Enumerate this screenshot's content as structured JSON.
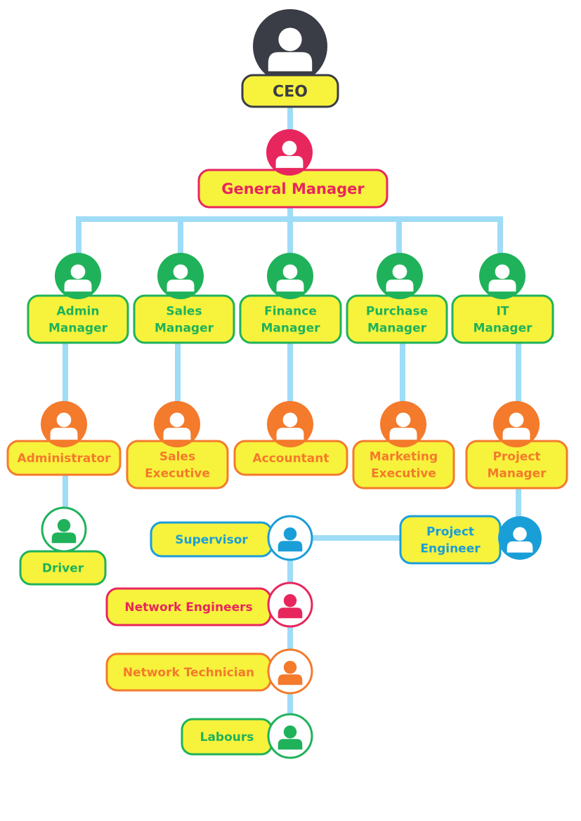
{
  "colors": {
    "connector": "#9fdcf6",
    "box_fill": "#f7f23c",
    "ceo": "#3a3d45",
    "general_manager": "#e8265e",
    "manager": "#1fb25a",
    "staff": "#f47a2c",
    "engineer": "#1a9ed8",
    "background": "#ffffff"
  },
  "nodes": {
    "ceo": {
      "lines": [
        "CEO"
      ],
      "color_key": "ceo",
      "icon": "user-icon"
    },
    "general_manager": {
      "lines": [
        "General Manager"
      ],
      "color_key": "general_manager",
      "icon": "user-icon"
    },
    "admin_manager": {
      "lines": [
        "Admin",
        "Manager"
      ],
      "color_key": "manager",
      "icon": "user-icon"
    },
    "sales_manager": {
      "lines": [
        "Sales",
        "Manager"
      ],
      "color_key": "manager",
      "icon": "user-icon"
    },
    "finance_manager": {
      "lines": [
        "Finance",
        "Manager"
      ],
      "color_key": "manager",
      "icon": "user-icon"
    },
    "purchase_manager": {
      "lines": [
        "Purchase",
        "Manager"
      ],
      "color_key": "manager",
      "icon": "user-icon"
    },
    "it_manager": {
      "lines": [
        "IT",
        "Manager"
      ],
      "color_key": "manager",
      "icon": "user-icon"
    },
    "administrator": {
      "lines": [
        "Administrator"
      ],
      "color_key": "staff",
      "icon": "user-icon"
    },
    "sales_executive": {
      "lines": [
        "Sales",
        "Executive"
      ],
      "color_key": "staff",
      "icon": "user-icon"
    },
    "accountant": {
      "lines": [
        "Accountant"
      ],
      "color_key": "staff",
      "icon": "user-icon"
    },
    "marketing_executive": {
      "lines": [
        "Marketing",
        "Executive"
      ],
      "color_key": "staff",
      "icon": "user-icon"
    },
    "project_manager": {
      "lines": [
        "Project",
        "Manager"
      ],
      "color_key": "staff",
      "icon": "user-icon"
    },
    "driver": {
      "lines": [
        "Driver"
      ],
      "color_key": "manager",
      "icon": "user-icon"
    },
    "supervisor": {
      "lines": [
        "Supervisor"
      ],
      "color_key": "engineer",
      "icon": "user-icon"
    },
    "project_engineer": {
      "lines": [
        "Project",
        "Engineer"
      ],
      "color_key": "engineer",
      "icon": "user-icon"
    },
    "network_engineers": {
      "lines": [
        "Network Engineers"
      ],
      "color_key": "general_manager",
      "icon": "user-icon"
    },
    "network_technician": {
      "lines": [
        "Network Technician"
      ],
      "color_key": "staff",
      "icon": "user-icon"
    },
    "labours": {
      "lines": [
        "Labours"
      ],
      "color_key": "manager",
      "icon": "user-icon"
    }
  }
}
